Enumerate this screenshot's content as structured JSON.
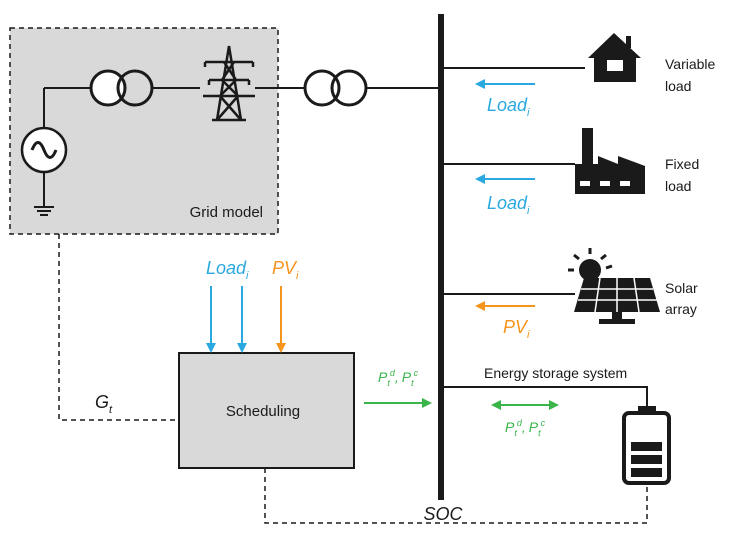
{
  "grid_model": {
    "label": "Grid model"
  },
  "scheduling": {
    "label": "Scheduling"
  },
  "bus": {
    "label": "SOC"
  },
  "loads": {
    "variable": {
      "line1": "Variable",
      "line2": "load",
      "flow": "Load",
      "sub": "i"
    },
    "fixed": {
      "line1": "Fixed",
      "line2": "load",
      "flow": "Load",
      "sub": "i"
    }
  },
  "solar": {
    "line1": "Solar",
    "line2": "array",
    "flow": "PV",
    "sub": "i"
  },
  "storage": {
    "label": "Energy storage system"
  },
  "inputs": {
    "load": {
      "main": "Load",
      "sub": "i"
    },
    "pv": {
      "main": "PV",
      "sub": "i"
    }
  },
  "grid_signal": {
    "main": "G",
    "sub": "t"
  },
  "power": {
    "p": "P",
    "t": "t",
    "d": "d",
    "c": "c",
    "sep": ","
  },
  "colors": {
    "load_blue": "#29a9e0",
    "pv_orange": "#f7941d",
    "power_green": "#39b54a",
    "box_gray": "#d9d9d9",
    "line": "#1a1a1a"
  }
}
